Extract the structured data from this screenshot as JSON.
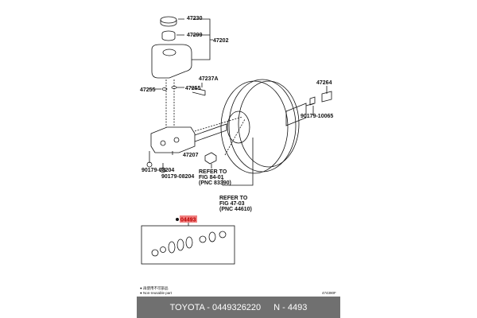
{
  "diagram": {
    "labels": {
      "p47230": "47230",
      "p47299": "47299",
      "p47202": "47202",
      "p47237a": "47237A",
      "p47255_left": "47255",
      "p47255_right": "47255",
      "p47264": "47264",
      "p90179_10065": "90179-10065",
      "p47207": "47207",
      "p90179_08204_a": "90179-08204",
      "p90179_08204_b": "90179-08204",
      "refer1": [
        "REFER TO",
        "FIG 84-01",
        "(PNC 83390)"
      ],
      "refer2": [
        "REFER TO",
        "FIG 47-03",
        "(PNC 44610)"
      ],
      "kit": "04493"
    },
    "highlight_color": "#f08080",
    "notes": [
      "● 再使用不可部品",
      "● Non-reusable part"
    ],
    "figure_code": "474390F"
  },
  "footer": {
    "part": "TOYOTA - 0449326220",
    "ref": "N - 4493"
  }
}
